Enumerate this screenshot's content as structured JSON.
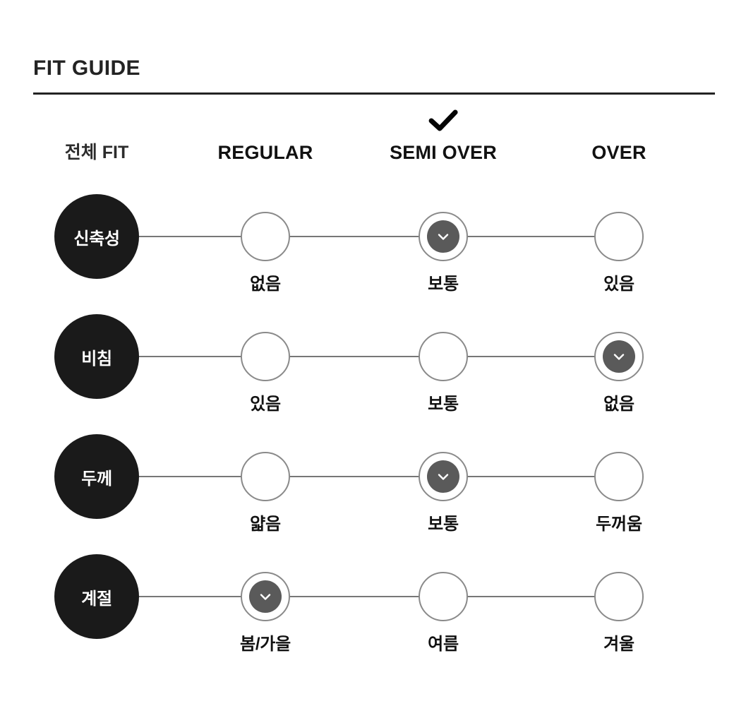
{
  "header": {
    "title": "FIT GUIDE",
    "axis_label": "전체 FIT",
    "fit_options": [
      {
        "label": "REGULAR",
        "selected": false
      },
      {
        "label": "SEMI OVER",
        "selected": true
      },
      {
        "label": "OVER",
        "selected": false
      }
    ],
    "selected_marker_icon": "check-icon"
  },
  "colors": {
    "badge_bg": "#1a1a1a",
    "badge_text": "#ffffff",
    "node_border": "#8a8a8a",
    "node_selected_fill": "#5a5a5a",
    "line": "#777777",
    "title_text": "#232323",
    "divider": "#232323"
  },
  "rows": [
    {
      "name": "신축성",
      "selected_index": 1,
      "options": [
        {
          "label": "없음",
          "selected": false
        },
        {
          "label": "보통",
          "selected": true
        },
        {
          "label": "있음",
          "selected": false
        }
      ]
    },
    {
      "name": "비침",
      "selected_index": 2,
      "options": [
        {
          "label": "있음",
          "selected": false
        },
        {
          "label": "보통",
          "selected": false
        },
        {
          "label": "없음",
          "selected": true
        }
      ]
    },
    {
      "name": "두께",
      "selected_index": 1,
      "options": [
        {
          "label": "얇음",
          "selected": false
        },
        {
          "label": "보통",
          "selected": true
        },
        {
          "label": "두꺼움",
          "selected": false
        }
      ]
    },
    {
      "name": "계절",
      "selected_index": 0,
      "options": [
        {
          "label": "봄/가을",
          "selected": true
        },
        {
          "label": "여름",
          "selected": false
        },
        {
          "label": "겨울",
          "selected": false
        }
      ]
    }
  ],
  "icons": {
    "node_selected": "chevron-down-icon"
  }
}
